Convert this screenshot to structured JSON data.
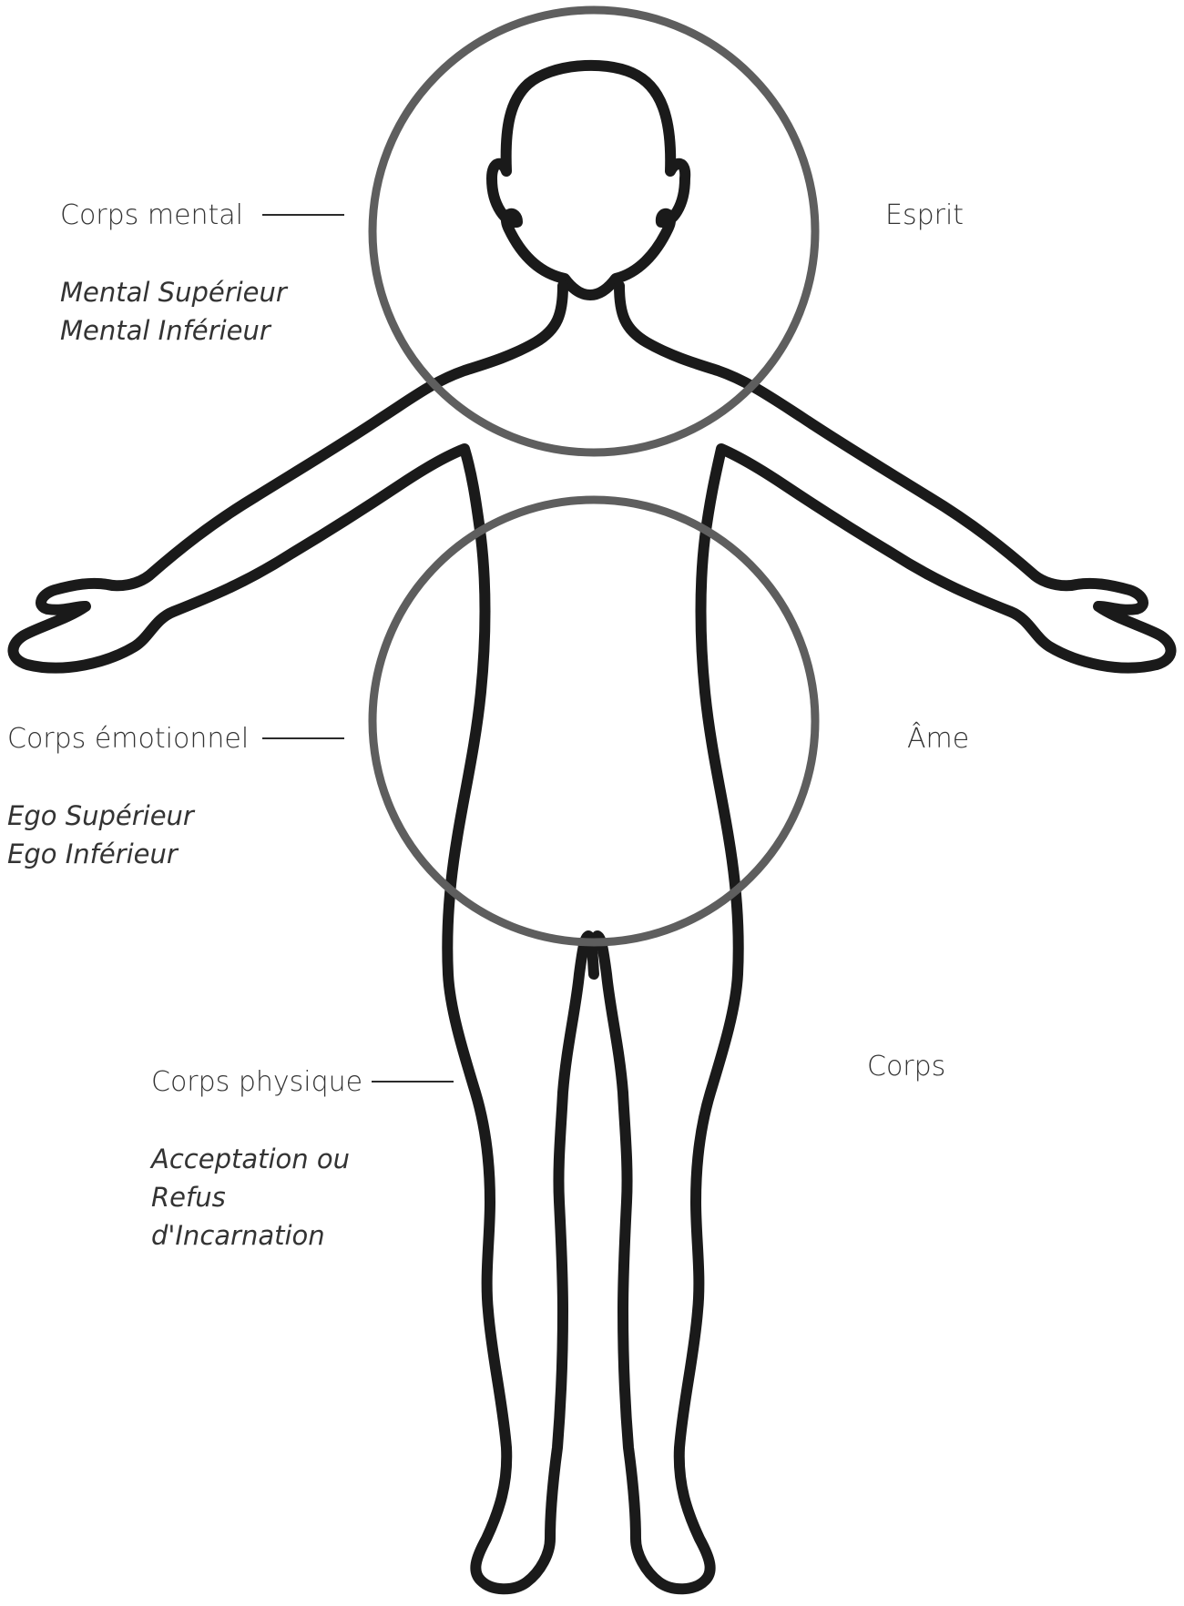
{
  "labels": {
    "mental": {
      "title": "Corps mental",
      "sub": [
        "Mental Supérieur",
        "Mental Inférieur"
      ],
      "right": "Esprit"
    },
    "emotional": {
      "title": "Corps émotionnel",
      "sub": [
        "Ego Supérieur",
        "Ego Inférieur"
      ],
      "right": "Âme"
    },
    "physical": {
      "title": "Corps physique",
      "sub": [
        "Acceptation ou",
        "Refus",
        "d'Incarnation"
      ],
      "right": "Corps"
    }
  },
  "colors": {
    "body_outline": "#1a1a1a",
    "circles": "#5e5e5e",
    "text": "#333333"
  }
}
